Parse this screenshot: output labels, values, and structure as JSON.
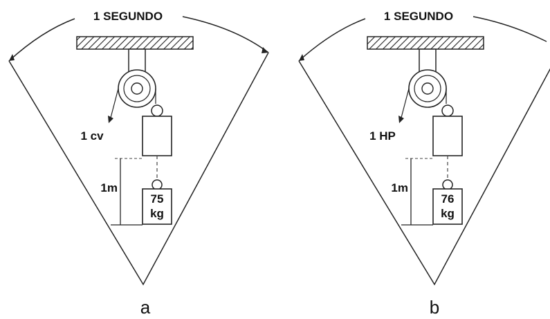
{
  "panels": [
    {
      "id": "a",
      "time_label": "1 SEGUNDO",
      "power_label": "1 cv",
      "height_label": "1m",
      "mass_value": "75",
      "mass_unit": "kg",
      "caption": "a"
    },
    {
      "id": "b",
      "time_label": "1 SEGUNDO",
      "power_label": "1 HP",
      "height_label": "1m",
      "mass_value": "76",
      "mass_unit": "kg",
      "caption": "b"
    }
  ]
}
